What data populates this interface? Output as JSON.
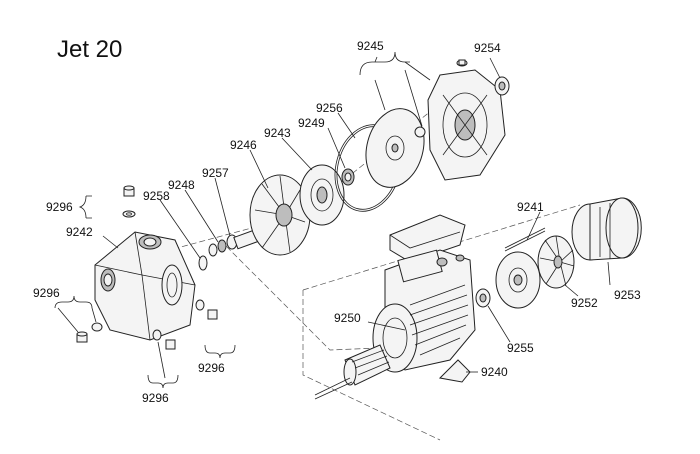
{
  "title": "Jet 20",
  "labels": {
    "p9245": "9245",
    "p9254": "9254",
    "p9256": "9256",
    "p9249": "9249",
    "p9243": "9243",
    "p9246": "9246",
    "p9257": "9257",
    "p9248": "9248",
    "p9258": "9258",
    "p9296_a": "9296",
    "p9242": "9242",
    "p9296_b": "9296",
    "p9296_c": "9296",
    "p9296_d": "9296",
    "p9241": "9241",
    "p9253": "9253",
    "p9252": "9252",
    "p9250": "9250",
    "p9255": "9255",
    "p9240": "9240"
  }
}
